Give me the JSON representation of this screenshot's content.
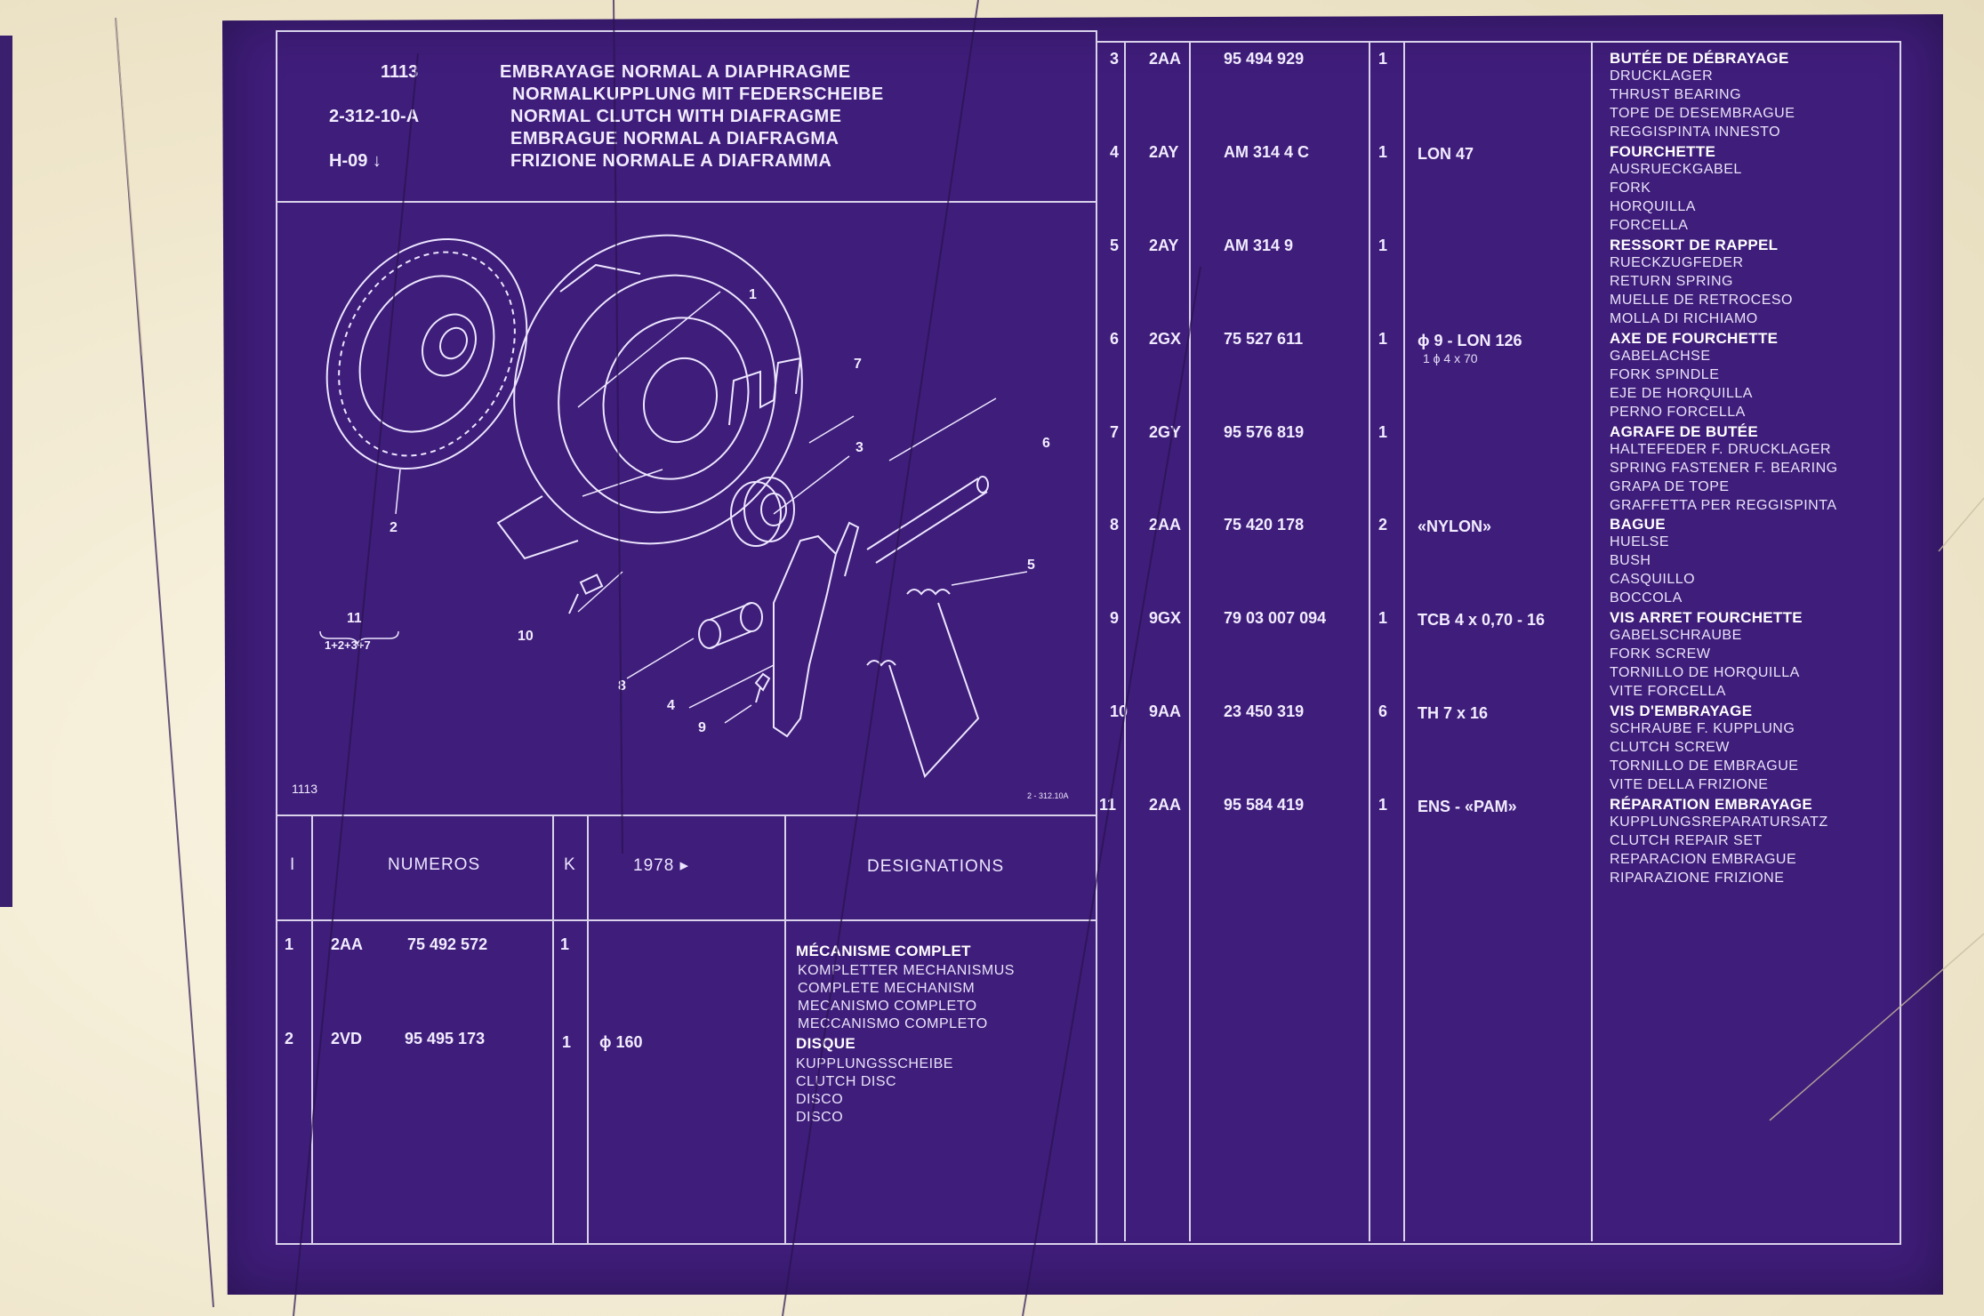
{
  "header": {
    "ref": "1113",
    "code": "2-312-10-A",
    "h_code": "H-09",
    "titles": [
      "EMBRAYAGE NORMAL A DIAPHRAGME",
      "NORMALKUPPLUNG MIT FEDERSCHEIBE",
      "NORMAL CLUTCH WITH DIAFRAGME",
      "EMBRAGUE NORMAL A DIAFRAGMA",
      "FRIZIONE NORMALE A DIAFRAMMA"
    ]
  },
  "drawing": {
    "ref_bottom_left": "1113",
    "ref_bottom_right": "2 - 312.10A",
    "callouts": [
      "1",
      "2",
      "3",
      "4",
      "5",
      "6",
      "7",
      "8",
      "9",
      "10"
    ],
    "set_label": "11",
    "set_members": "1+2+3+7"
  },
  "columns": {
    "index": "I",
    "numeros": "NUMEROS",
    "k": "K",
    "year": "1978 ▸",
    "designations": "DESIGNATIONS"
  },
  "items": [
    {
      "n": "1",
      "grp": "2AA",
      "num": "75 492 572",
      "k": "1",
      "note": "",
      "note2": "",
      "desc": [
        "MÉCANISME COMPLET",
        "KOMPLETTER MECHANISMUS",
        "COMPLETE MECHANISM",
        "MECANISMO COMPLETO",
        "MECCANISMO COMPLETO"
      ]
    },
    {
      "n": "2",
      "grp": "2VD",
      "num": "95 495 173",
      "k": "1",
      "note": "ϕ  160",
      "note2": "",
      "desc": [
        "DISQUE",
        "KUPPLUNGSSCHEIBE",
        "CLUTCH DISC",
        "DISCO",
        "DISCO"
      ]
    },
    {
      "n": "3",
      "grp": "2AA",
      "num": "95  494  929",
      "k": "1",
      "note": "",
      "note2": "",
      "desc": [
        "BUTÉE DE DÉBRAYAGE",
        "DRUCKLAGER",
        "THRUST BEARING",
        "TOPE DE DESEMBRAGUE",
        "REGGISPINTA INNESTO"
      ]
    },
    {
      "n": "4",
      "grp": "2AY",
      "num": "AM  314       4  C",
      "k": "1",
      "note": "LON 47",
      "note2": "",
      "desc": [
        "FOURCHETTE",
        "AUSRUECKGABEL",
        "FORK",
        "HORQUILLA",
        "FORCELLA"
      ]
    },
    {
      "n": "5",
      "grp": "2AY",
      "num": "AM  314     9",
      "k": "1",
      "note": "",
      "note2": "",
      "desc": [
        "RESSORT DE RAPPEL",
        "RUECKZUGFEDER",
        "RETURN SPRING",
        "MUELLE DE RETROCESO",
        "MOLLA DI RICHIAMO"
      ]
    },
    {
      "n": "6",
      "grp": "2GX",
      "num": "75  527  611",
      "k": "1",
      "note": "ϕ 9 - LON 126",
      "note2": "1 ϕ 4 x 70",
      "desc": [
        "AXE DE FOURCHETTE",
        "GABELACHSE",
        "FORK SPINDLE",
        "EJE DE HORQUILLA",
        "PERNO FORCELLA"
      ]
    },
    {
      "n": "7",
      "grp": "2GY",
      "num": "95  576  819",
      "k": "1",
      "note": "",
      "note2": "",
      "desc": [
        "AGRAFE DE BUTÉE",
        "HALTEFEDER F. DRUCKLAGER",
        "SPRING FASTENER F. BEARING",
        "GRAPA DE TOPE",
        "GRAFFETTA PER REGGISPINTA"
      ]
    },
    {
      "n": "8",
      "grp": "2AA",
      "num": "75  420  178",
      "k": "2",
      "note": "«NYLON»",
      "note2": "",
      "desc": [
        "BAGUE",
        "HUELSE",
        "BUSH",
        "CASQUILLO",
        "BOCCOLA"
      ]
    },
    {
      "n": "9",
      "grp": "9GX",
      "num": "79  03  007  094",
      "k": "1",
      "note": "TCB 4 x 0,70 - 16",
      "note2": "",
      "desc": [
        "VIS ARRET FOURCHETTE",
        "GABELSCHRAUBE",
        "FORK SCREW",
        "TORNILLO DE HORQUILLA",
        "VITE FORCELLA"
      ]
    },
    {
      "n": "10",
      "grp": "9AA",
      "num": "23  450  319",
      "k": "6",
      "note": "TH 7 x 16",
      "note2": "",
      "desc": [
        "VIS D'EMBRAYAGE",
        "SCHRAUBE F. KUPPLUNG",
        "CLUTCH SCREW",
        "TORNILLO DE EMBRAGUE",
        "VITE DELLA FRIZIONE"
      ]
    },
    {
      "n": "11",
      "grp": "2AA",
      "num": "95  584  419",
      "k": "1",
      "note": "ENS - «PAM»",
      "note2": "",
      "desc": [
        "RÉPARATION EMBRAYAGE",
        "KUPPLUNGSREPARATURSATZ",
        "CLUTCH REPAIR SET",
        "REPARACION EMBRAGUE",
        "RIPARAZIONE FRIZIONE"
      ]
    }
  ]
}
